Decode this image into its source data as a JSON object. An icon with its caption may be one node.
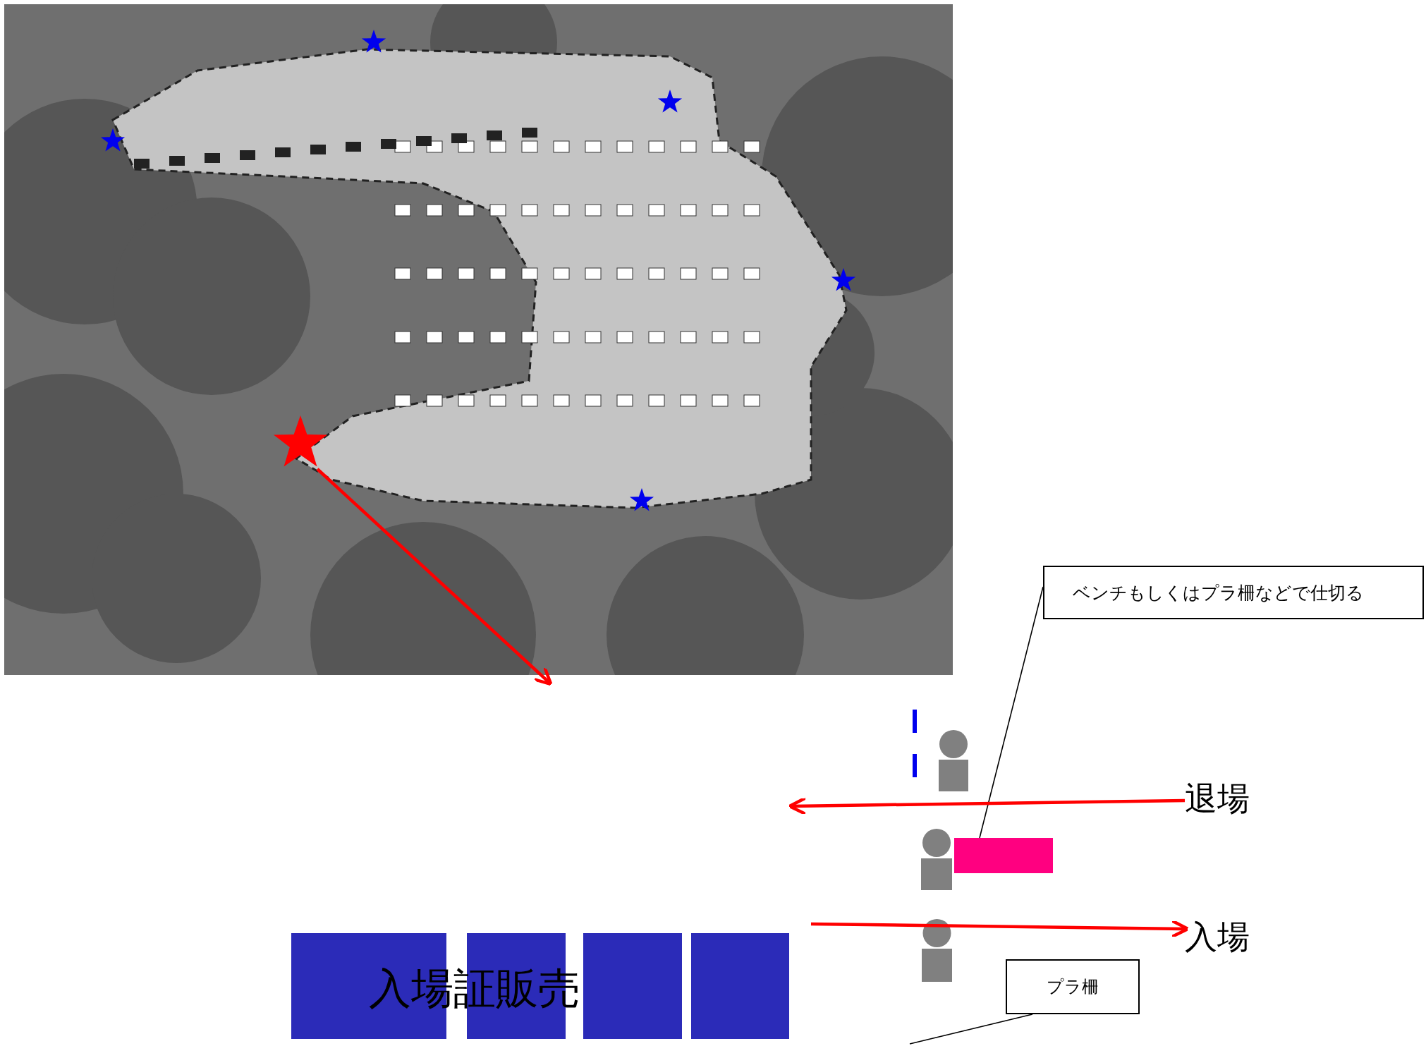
{
  "diagram": {
    "nodes": [
      {
        "text": [],
        "shape": "picture"
      },
      {
        "text": [],
        "shape": "star",
        "in": 0
      },
      {
        "text": [],
        "shape": "box"
      },
      {
        "text": [],
        "shape": "box"
      },
      {
        "text": [],
        "shape": "box"
      },
      {
        "text": [],
        "shape": "box"
      },
      {
        "text": [
          "ベンチもしくはプラ柵などで仕切る"
        ]
      },
      {
        "text": [],
        "shape": "bar"
      },
      {
        "text": [
          "プラ柵"
        ]
      },
      {
        "text": [
          "退場"
        ]
      },
      {
        "text": [
          "入場"
        ]
      }
    ],
    "edges": [
      {
        "from": 1,
        "to": null,
        "arrow": "to"
      },
      {
        "from": 6,
        "to": 7,
        "arrow": "none",
        "color": "#000000"
      },
      {
        "from": 8,
        "to": null,
        "arrow": "none",
        "color": "#000000"
      },
      {
        "from": 9,
        "to": null,
        "arrow": "to"
      },
      {
        "from": null,
        "to": 10,
        "arrow": "to"
      }
    ],
    "labels": [
      "入場証販売"
    ]
  }
}
